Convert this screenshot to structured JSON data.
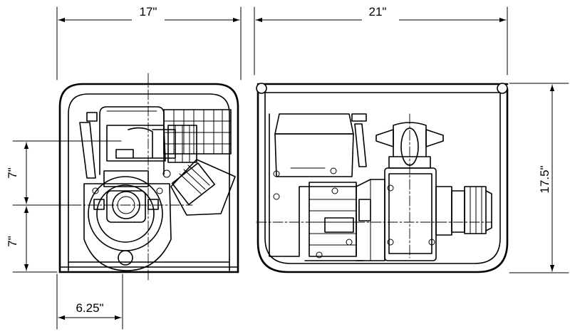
{
  "dimensions": {
    "front_width": "17\"",
    "side_width": "21\"",
    "side_height": "17.5\"",
    "upper_height": "7\"",
    "lower_height": "7\"",
    "outlet_offset": "6.25\""
  },
  "colors": {
    "line": "#000000",
    "background": "#ffffff"
  }
}
